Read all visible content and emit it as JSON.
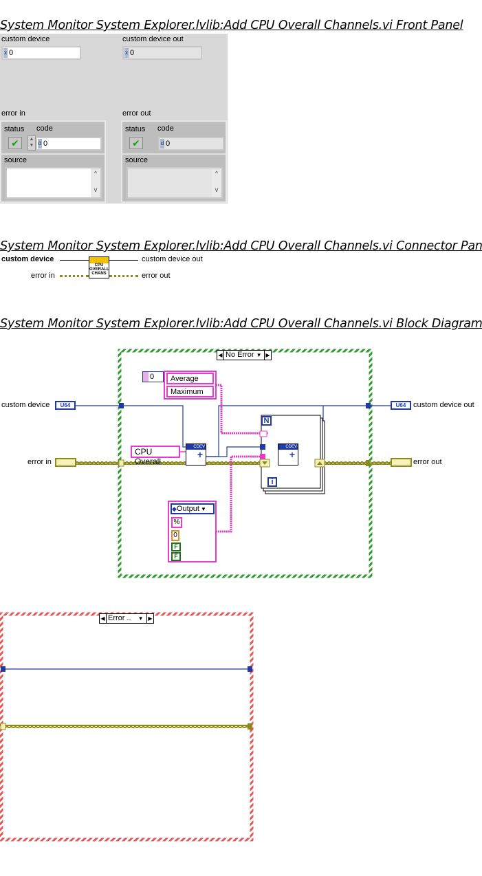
{
  "headings": {
    "front_panel": "System Monitor System Explorer.lvlib:Add CPU Overall Channels.vi Front Panel",
    "connector_pane": "System Monitor System Explorer.lvlib:Add CPU Overall Channels.vi Connector Pane",
    "block_diagram": "System Monitor System Explorer.lvlib:Add CPU Overall Channels.vi Block Diagram"
  },
  "front_panel": {
    "custom_device_label": "custom device",
    "custom_device_value": "0",
    "custom_device_out_label": "custom device out",
    "custom_device_out_value": "0",
    "error_in": {
      "label": "error in",
      "status": "status",
      "code": "code",
      "code_value": "0",
      "source": "source"
    },
    "error_out": {
      "label": "error out",
      "status": "status",
      "code": "code",
      "code_value": "0",
      "source": "source"
    }
  },
  "connector_pane": {
    "left_top": "custom device",
    "left_bottom": "error in",
    "right_top": "custom device out",
    "right_bottom": "error out",
    "icon_line1": "CPU",
    "icon_line2": "OVERALL",
    "icon_line3": "CHANS"
  },
  "block_diagram": {
    "case_no_error": "No Error",
    "case_error": "Error ..",
    "custom_device": "custom device",
    "custom_device_out": "custom device out",
    "error_in": "error in",
    "error_out": "error out",
    "u64": "U64",
    "index_const": "0",
    "str_average": "Average",
    "str_maximum": "Maximum",
    "str_cpu_overall": "CPU Overall",
    "enum_output": "Output",
    "cluster_units": "%",
    "cluster_zero": "0",
    "bool_f1": "F",
    "bool_f2": "F",
    "cdev": "CDEV",
    "loop_n": "N",
    "loop_i": "i"
  },
  "colors": {
    "case_no_error_border": "#2e9a2e",
    "case_error_border": "#e35757",
    "u64_wire": "#1f3aa6",
    "error_wire": "#8c8a1f",
    "string_wire": "#e83ad0"
  }
}
